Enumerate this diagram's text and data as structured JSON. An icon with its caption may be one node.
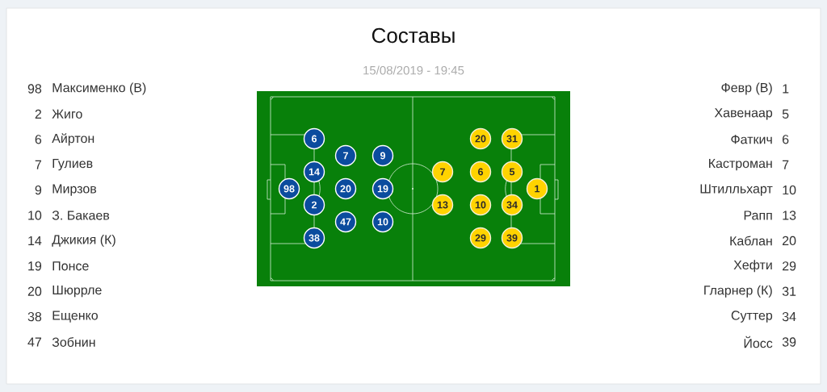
{
  "diagram": {
    "title": "Составы",
    "nodes": [
      {
        "text": [
          "98"
        ]
      },
      {
        "text": [
          "6"
        ]
      },
      {
        "text": [
          "14"
        ]
      },
      {
        "text": [
          "2"
        ]
      },
      {
        "text": [
          "38"
        ]
      },
      {
        "text": [
          "7"
        ]
      },
      {
        "text": [
          "20"
        ]
      },
      {
        "text": [
          "47"
        ]
      },
      {
        "text": [
          "9"
        ]
      },
      {
        "text": [
          "19"
        ]
      },
      {
        "text": [
          "10"
        ]
      },
      {
        "text": [
          "7"
        ]
      },
      {
        "text": [
          "13"
        ]
      },
      {
        "text": [
          "20"
        ]
      },
      {
        "text": [
          "6"
        ]
      },
      {
        "text": [
          "10"
        ]
      },
      {
        "text": [
          "29"
        ]
      },
      {
        "text": [
          "31"
        ]
      },
      {
        "text": [
          "5"
        ]
      },
      {
        "text": [
          "34"
        ]
      },
      {
        "text": [
          "39"
        ]
      },
      {
        "text": [
          "1"
        ]
      }
    ],
    "labels": [
      "15/08/2019 - 19:45",
      "98",
      "Максименко (В)",
      "2",
      "Жиго",
      "6",
      "Айртон",
      "7",
      "Гулиев",
      "9",
      "Мирзов",
      "10",
      "З. Бакаев",
      "14",
      "Джикия (К)",
      "19",
      "Понсе",
      "20",
      "Шюррле",
      "38",
      "Ещенко",
      "47",
      "Зобнин",
      "Февр (В)",
      "1",
      "Хавенаар",
      "5",
      "Фаткич",
      "6",
      "Кастроман",
      "7",
      "Штилльхарт",
      "10",
      "Рапп",
      "13",
      "Каблан",
      "20",
      "Хефти",
      "29",
      "Гларнер (К)",
      "31",
      "Суттер",
      "34",
      "Йосс",
      "39"
    ]
  }
}
